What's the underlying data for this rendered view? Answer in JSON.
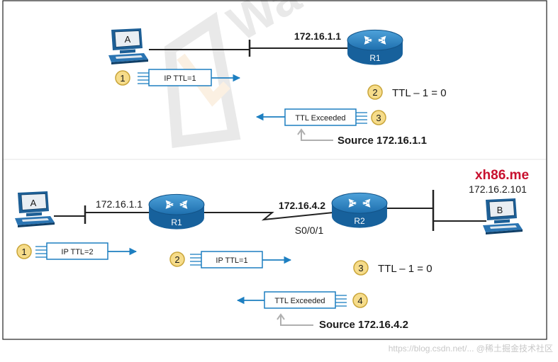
{
  "top": {
    "pc_label": "A",
    "router_label": "R1",
    "router_ip": "172.16.1.1",
    "step1_num": "1",
    "step1_packet": "IP TTL=1",
    "step2_num": "2",
    "step2_text": "TTL – 1 = 0",
    "step3_num": "3",
    "step3_packet": "TTL Exceeded",
    "source": "Source 172.16.1.1"
  },
  "bottom": {
    "pc_a_label": "A",
    "pc_b_label": "B",
    "r1_label": "R1",
    "r2_label": "R2",
    "r1_ip": "172.16.1.1",
    "r2_ip": "172.16.4.2",
    "serial_label": "S0/0/1",
    "b_ip": "172.16.2.101",
    "step1_num": "1",
    "step1_packet": "IP TTL=2",
    "step2_num": "2",
    "step2_packet": "IP TTL=1",
    "step3_num": "3",
    "step3_text": "TTL – 1 = 0",
    "step4_num": "4",
    "step4_packet": "TTL Exceeded",
    "source": "Source 172.16.4.2"
  },
  "watermark": {
    "site": "xh86.me",
    "footer": "https://blog.csdn.net/... @稀土掘金技术社区"
  },
  "colors": {
    "arrow_blue": "#1d7fc1",
    "router_blue": "#1a6fb0",
    "step_circle": "#f6dc8a",
    "step_border": "#c9a53a",
    "site_red": "#c8102e"
  },
  "icons": {
    "pc": "computer-icon",
    "router": "router-icon"
  }
}
